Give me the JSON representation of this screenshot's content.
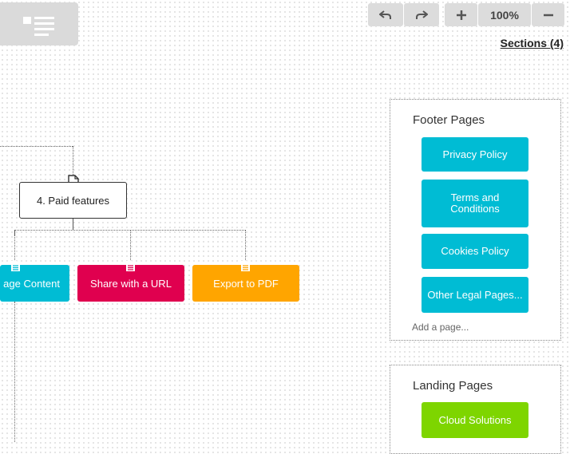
{
  "toolbar": {
    "undo_icon": "undo-arrow-icon",
    "redo_icon": "redo-arrow-icon",
    "zoom_in_icon": "plus-icon",
    "zoom_level": "100%",
    "zoom_out_icon": "minus-icon"
  },
  "sections_link": "Sections (4)",
  "tree": {
    "parent": {
      "label": "4. Paid features",
      "icon": "document-icon"
    },
    "children": [
      {
        "label": "age Content",
        "color": "#00bcd4",
        "icon": "text-document-icon"
      },
      {
        "label": "Share with a URL",
        "color": "#e0004f",
        "icon": "text-document-icon"
      },
      {
        "label": "Export to PDF",
        "color": "#ffa500",
        "icon": "text-document-icon"
      }
    ]
  },
  "panels": {
    "footer": {
      "title": "Footer Pages",
      "items": [
        "Privacy Policy",
        "Terms and Conditions",
        "Cookies Policy",
        "Other Legal Pages..."
      ],
      "item_color": "#00bcd4",
      "add_label": "Add a page..."
    },
    "landing": {
      "title": "Landing Pages",
      "items": [
        "Cloud Solutions"
      ],
      "item_color": "#7ed500"
    }
  }
}
